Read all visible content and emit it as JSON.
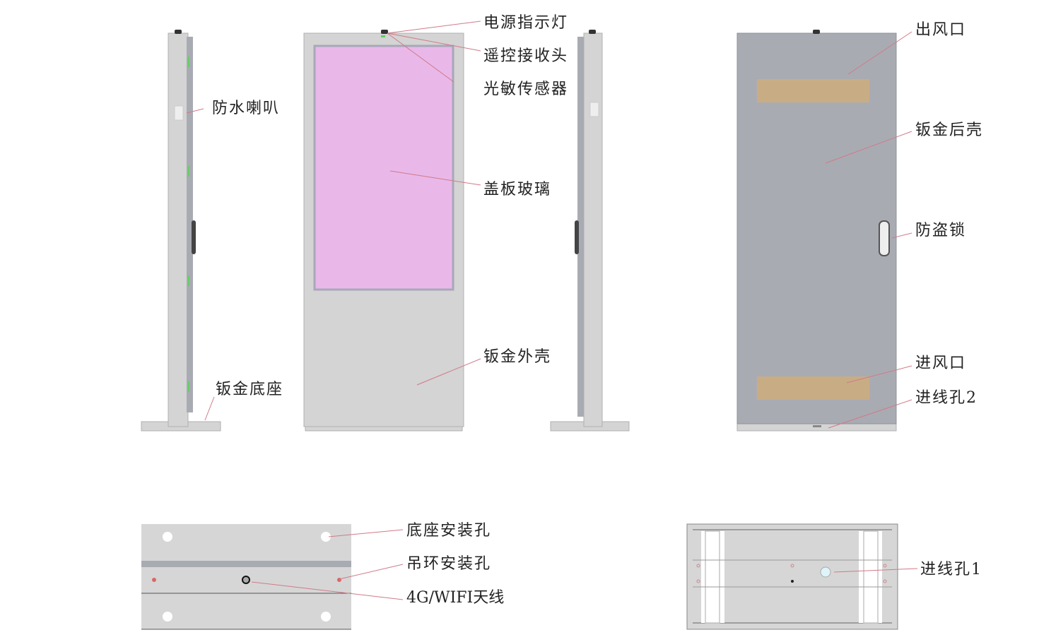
{
  "labels": {
    "power_indicator": "电源指示灯",
    "remote_receiver": "遥控接收头",
    "light_sensor": "光敏传感器",
    "waterproof_speaker": "防水喇叭",
    "cover_glass": "盖板玻璃",
    "sheet_metal_shell": "钣金外壳",
    "sheet_metal_base": "钣金底座",
    "air_outlet": "出风口",
    "sheet_metal_back_shell": "钣金后壳",
    "anti_theft_lock": "防盗锁",
    "air_inlet": "进风口",
    "cable_hole_2": "进线孔2",
    "base_mount_hole": "底座安装孔",
    "lifting_ring_hole": "吊环安装孔",
    "antenna": "4G/WIFI天线",
    "cable_hole_1": "进线孔1"
  },
  "colors": {
    "shell": "#d4d4d4",
    "back_shell": "#a9abb3",
    "glass": "#e9b8e9",
    "vent": "#c8ad84",
    "leader": "#d07a88"
  }
}
